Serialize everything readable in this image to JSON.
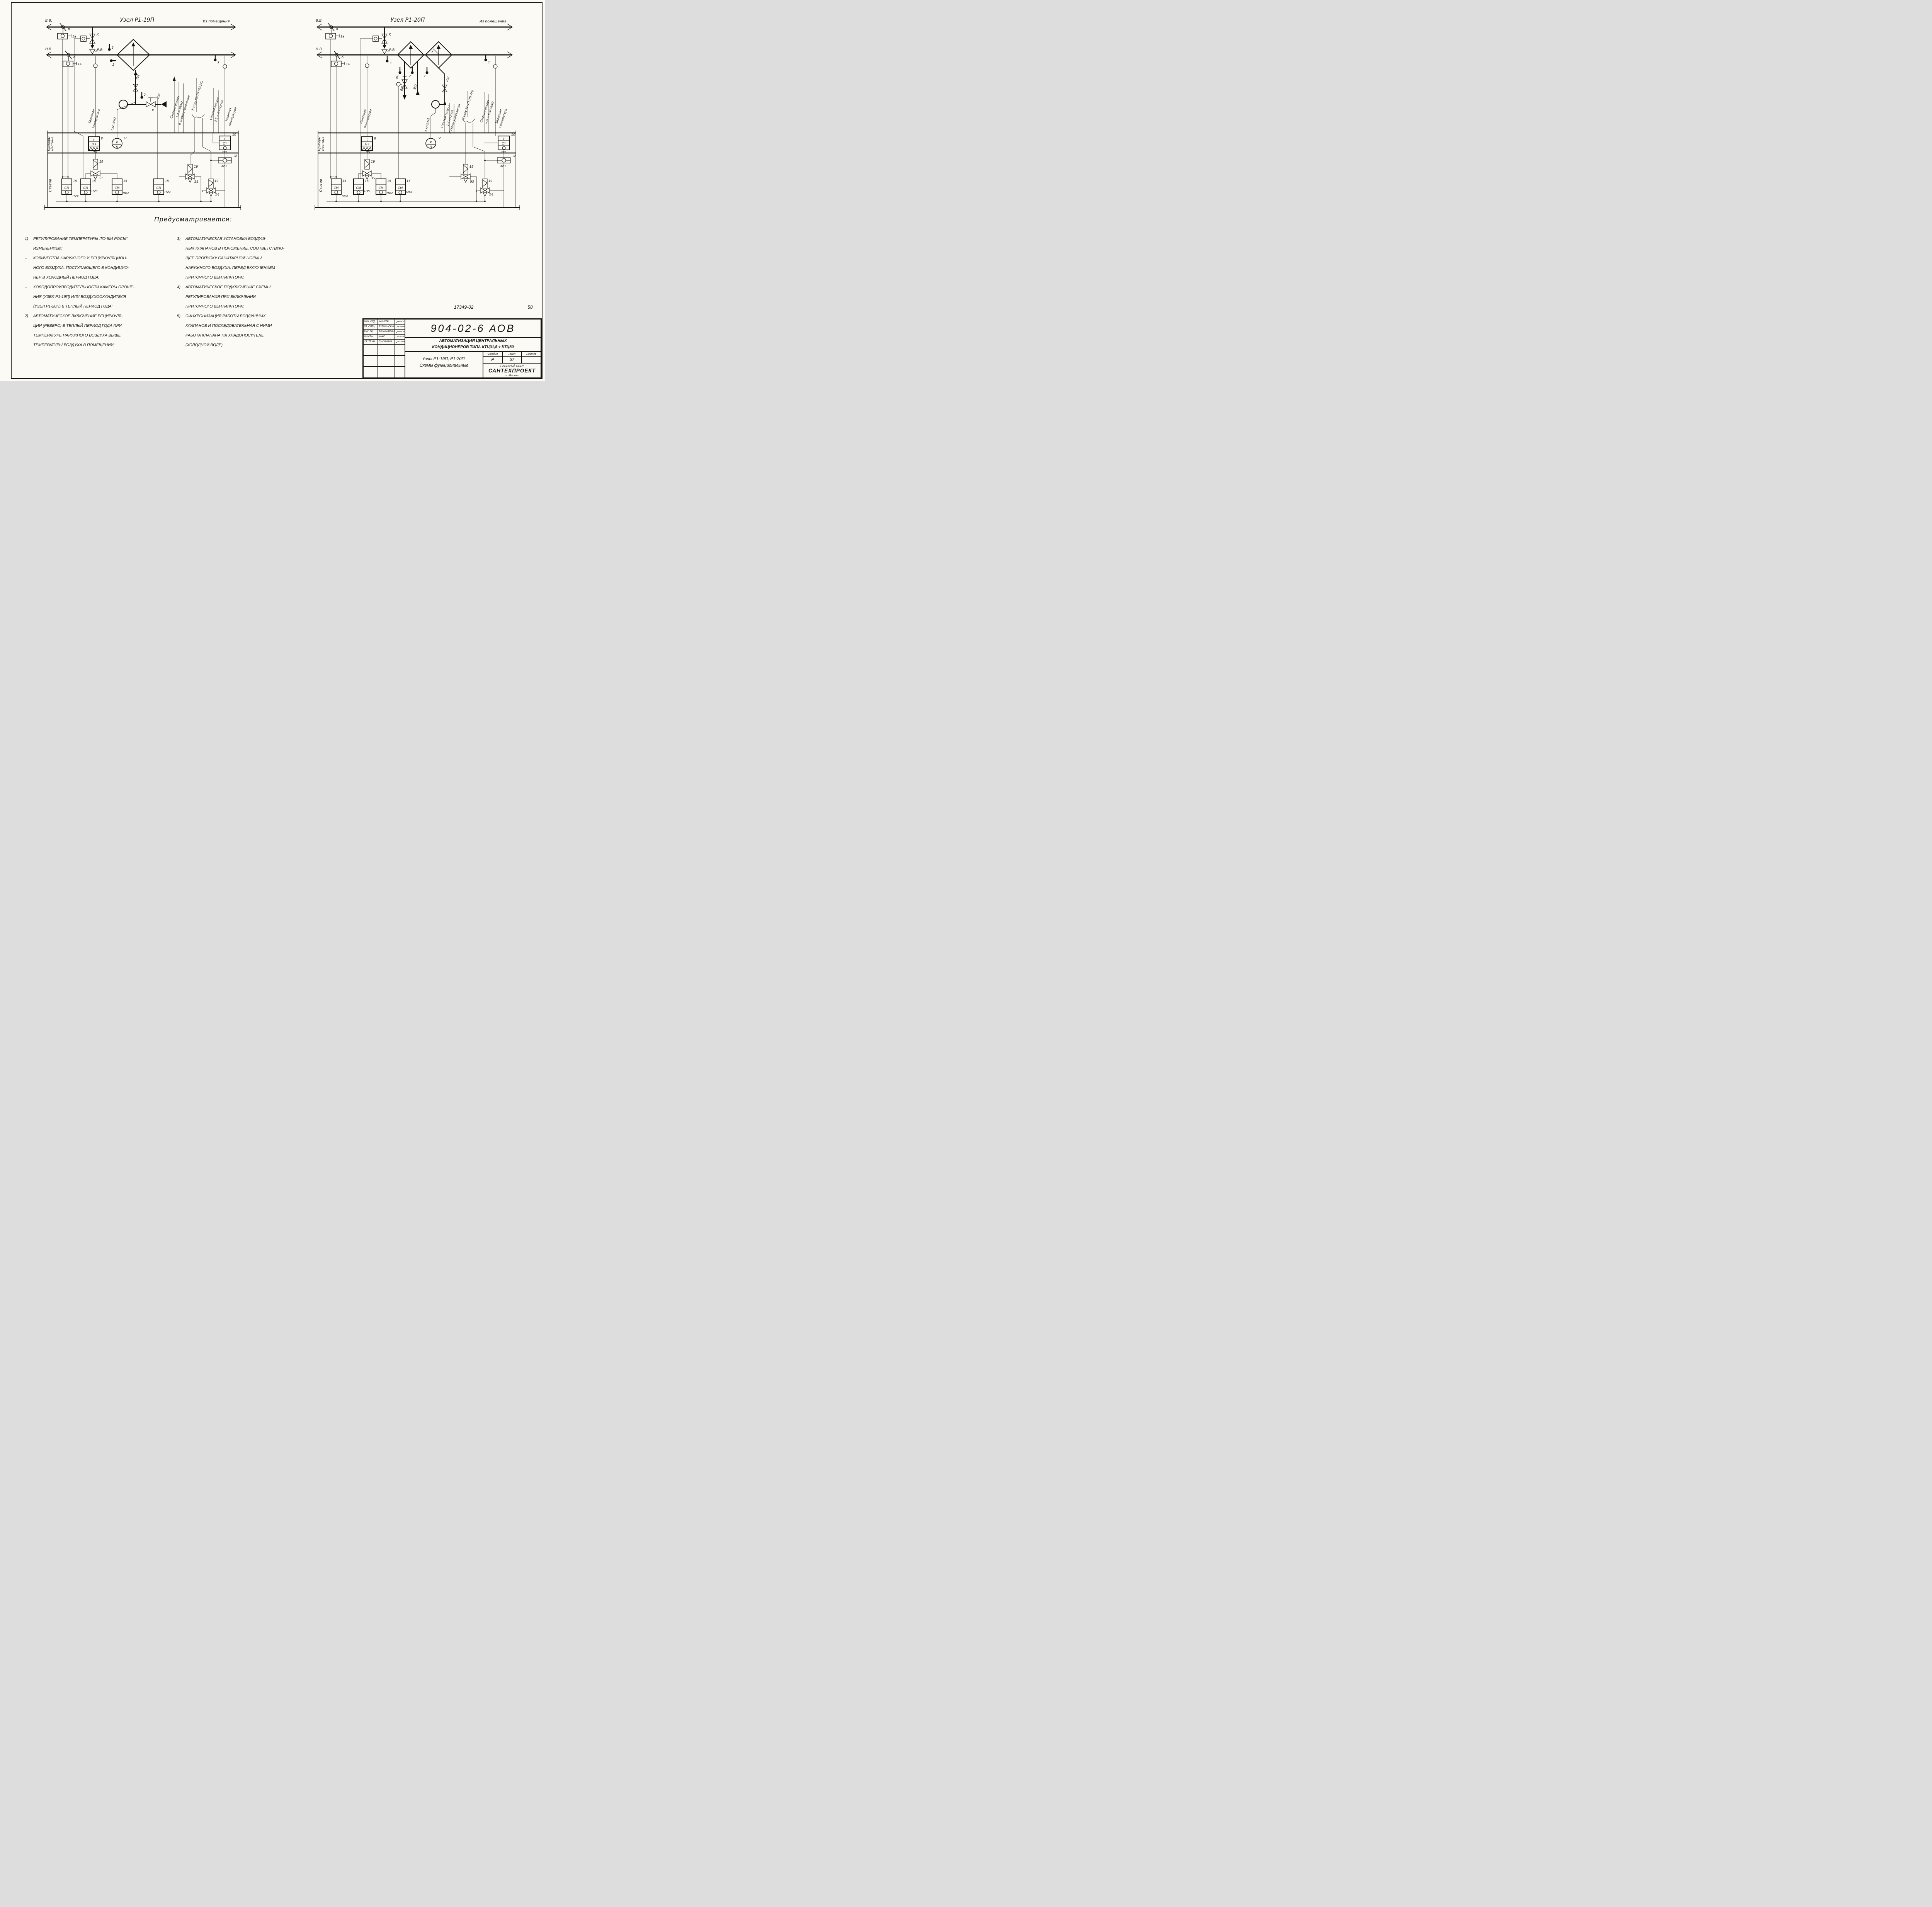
{
  "sheet": {
    "doc_no": "17349-02",
    "page": "58"
  },
  "g": {
    "k": "К",
    "a1": "1а",
    "a": "а",
    "vv": "В.В.",
    "nv": "Н.В.",
    "rv": "Р.В.",
    "from_room": "Из помещения",
    "t2": "2",
    "t3": "3",
    "n8": "8",
    "n10": "10",
    "n12": "12",
    "n15": "15",
    "n19": "19",
    "n26": "2б",
    "e3": "Э3",
    "e4": "Э4",
    "e5": "Э5",
    "tr5": "ТР5",
    "tr1": "ТР1",
    "bp1": "БП1",
    "t": "t",
    "pz": "ПЗ",
    "st": "Ст",
    "r": "Р",
    "p": "П",
    "sm": "СМ",
    "pf5": "ПФ5",
    "pf4": "ПФ4",
    "pf2": "ПФ2",
    "pf3": "ПФ3",
    "v0": "В/0",
    "v1": "В/1",
    "v2": "В/2",
    "pribory": "Приборы",
    "mestnye": "местные",
    "stativ": "Статив",
    "zadan": "Заданная",
    "temp": "температура",
    "szh": "Сжатый воздух",
    "p14": "1,4 кгс/см2",
    "vshemu": "В схему управления",
    "kuzlu": "К узлу Р2-1П (Р2-2П)",
    "p356": "3,5 ÷ 6 кгс/см2",
    "p3": "3 кгс/см2"
  },
  "dgL": {
    "title": "Узел Р1-19П"
  },
  "dgR": {
    "title": "Узел Р1-20П"
  },
  "notes": {
    "heading": "Предусматривается:",
    "left": [
      {
        "m": "1)",
        "t": "РЕГУЛИРОВАНИЕ ТЕМПЕРАТУРЫ „ТОЧКИ РОСЫ“"
      },
      {
        "m": "",
        "t": "ИЗМЕНЕНИЕМ:"
      },
      {
        "m": "–",
        "t": "КОЛИЧЕСТВА НАРУЖНОГО И РЕЦИРКУЛЯЦИОН-"
      },
      {
        "m": "",
        "t": "НОГО ВОЗДУХА, ПОСТУПАЮЩЕГО В КОНДИЦИО-"
      },
      {
        "m": "",
        "t": "НЕР В ХОЛОДНЫЙ ПЕРИОД ГОДА;"
      },
      {
        "m": "–",
        "t": "ХОЛОДОПРОИЗВОДИТЕЛЬНОСТИ КАМЕРЫ ОРОШЕ-"
      },
      {
        "m": "",
        "t": "НИЯ (УЗЕЛ Р1-19П) ИЛИ ВОЗДУХООХЛАДИТЕЛЯ"
      },
      {
        "m": "",
        "t": "(УЗЕЛ Р1-20П) В ТЕПЛЫЙ ПЕРИОД ГОДА;"
      },
      {
        "m": "2)",
        "t": "АВТОМАТИЧЕСКОЕ ВКЛЮЧЕНИЕ РЕЦИРКУЛЯ-"
      },
      {
        "m": "",
        "t": "ЦИИ (РЕВЕРС) В ТЕПЛЫЙ ПЕРИОД ГОДА ПРИ"
      },
      {
        "m": "",
        "t": "ТЕМПЕРАТУРЕ НАРУЖНОГО ВОЗДУХА ВЫШЕ"
      },
      {
        "m": "",
        "t": "ТЕМПЕРАТУРЫ ВОЗДУХА В ПОМЕЩЕНИИ;"
      }
    ],
    "right": [
      {
        "m": "3)",
        "t": "АВТОМАТИЧЕСКАЯ УСТАНОВКА ВОЗДУШ-"
      },
      {
        "m": "",
        "t": "НЫХ КЛАПАНОВ В ПОЛОЖЕНИЕ, СООТВЕТСТВУЮ-"
      },
      {
        "m": "",
        "t": "ЩЕЕ ПРОПУСКУ САНИТАРНОЙ НОРМЫ"
      },
      {
        "m": "",
        "t": "НАРУЖНОГО ВОЗДУХА, ПЕРЕД ВКЛЮЧЕНИЕМ"
      },
      {
        "m": "",
        "t": "ПРИТОЧНОГО ВЕНТИЛЯТОРА;"
      },
      {
        "m": "4)",
        "t": "АВТОМАТИЧЕСКОЕ ПОДКЛЮЧЕНИЕ СХЕМЫ"
      },
      {
        "m": "",
        "t": "РЕГУЛИРОВАНИЯ ПРИ ВКЛЮЧЕНИИ"
      },
      {
        "m": "",
        "t": "ПРИТОЧНОГО ВЕНТИЛЯТОРА;"
      },
      {
        "m": "5)",
        "t": "СИНХРОНИЗАЦИЯ РАБОТЫ ВОЗДУШНЫХ"
      },
      {
        "m": "",
        "t": "КЛАПАНОВ И ПОСЛЕДОВАТЕЛЬНАЯ С НИМИ"
      },
      {
        "m": "",
        "t": "РАБОТА КЛАПАНА НА ХЛАДОНОСИТЕЛЕ"
      },
      {
        "m": "",
        "t": "(ХОЛОДНОЙ ВОДЕ)."
      }
    ]
  },
  "stamp": {
    "doc_code": "904-02-6 АОВ",
    "title1": "АВТОМАТИЗАЦИЯ ЦЕНТРАЛЬНЫХ",
    "title2": "КОНДИЦИОНЕРОВ ТИПА КТЦ31,5 ÷ КТЦ80",
    "subtitle1": "Узлы Р1-19П, Р1-20П.",
    "subtitle2": "Схемы функциональные",
    "org_top": "ГОССТРОЙ СССР",
    "org": "САНТЕХПРОЕКТ",
    "org_city": "г. Москва",
    "stage_h": "Стадия",
    "sheet_h": "Лист",
    "sheets_h": "Листов",
    "stage": "Р",
    "sheet": "57",
    "sheets": "",
    "rows": [
      {
        "role": "НАЧ. ОТД",
        "name": "ФИНГЕР"
      },
      {
        "role": "ГЛ. СПЕЦ",
        "name": "РУБЧИНСКИЙ"
      },
      {
        "role": "РУК. ГР",
        "name": "БРОНШТЕЙН"
      },
      {
        "role": "ИНЖЕН.",
        "name": "ФУКС"
      },
      {
        "role": "СТ. ТЕХН.",
        "name": "ЛИСИКИНА"
      }
    ]
  }
}
